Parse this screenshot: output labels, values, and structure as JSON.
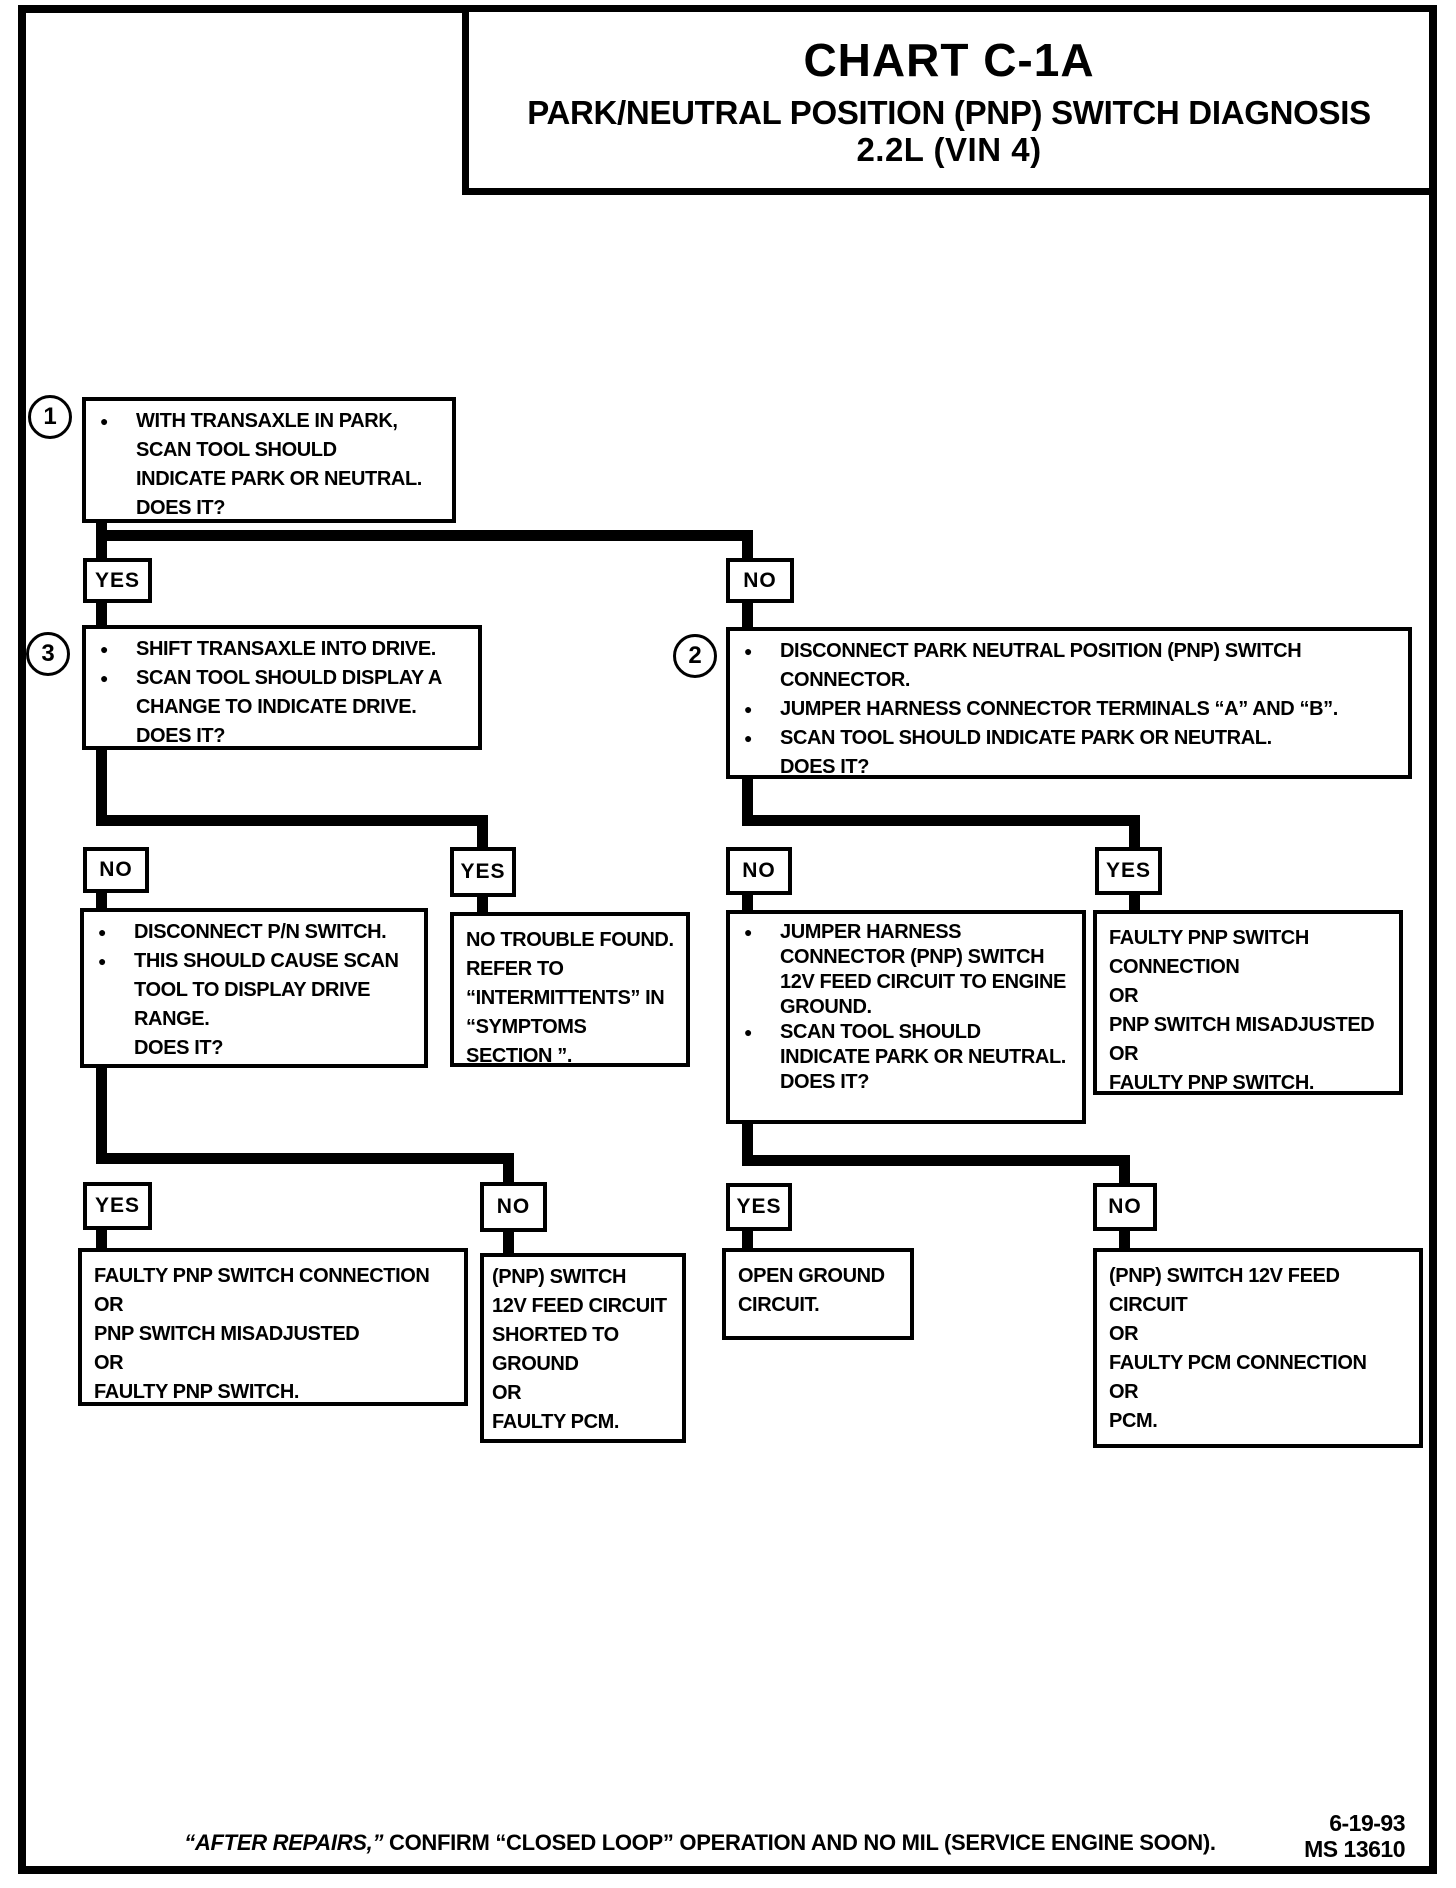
{
  "colors": {
    "ink": "#000000",
    "paper": "#ffffff"
  },
  "glyphs": {
    "bullet": "●"
  },
  "title": {
    "line1": "CHART C-1A",
    "line2": "PARK/NEUTRAL POSITION (PNP) SWITCH DIAGNOSIS",
    "line3": "2.2L (VIN 4)"
  },
  "labels": {
    "yes": "YES",
    "no": "NO"
  },
  "nodes": {
    "n1": {
      "num": "1",
      "items": [
        {
          "t": "WITH TRANSAXLE IN PARK,\nSCAN TOOL SHOULD\nINDICATE PARK OR NEUTRAL.\nDOES IT?"
        }
      ]
    },
    "n3": {
      "num": "3",
      "items": [
        {
          "t": "SHIFT TRANSAXLE INTO DRIVE."
        },
        {
          "t": "SCAN TOOL SHOULD DISPLAY A\nCHANGE TO INDICATE DRIVE.\nDOES IT?"
        }
      ]
    },
    "n2": {
      "num": "2",
      "items": [
        {
          "t": "DISCONNECT PARK NEUTRAL POSITION (PNP) SWITCH\nCONNECTOR."
        },
        {
          "t": "JUMPER HARNESS CONNECTOR TERMINALS “A” AND “B”."
        },
        {
          "t": "SCAN TOOL SHOULD INDICATE PARK OR NEUTRAL.\nDOES IT?"
        }
      ]
    }
  },
  "boxes": {
    "l2_left_no": {
      "items": [
        {
          "t": "DISCONNECT P/N SWITCH."
        },
        {
          "t": "THIS SHOULD CAUSE SCAN\nTOOL TO DISPLAY DRIVE\nRANGE.\nDOES IT?"
        }
      ]
    },
    "l2_left_yes": {
      "t": "NO TROUBLE FOUND.\nREFER TO\n“INTERMITTENTS” IN\n“SYMPTOMS\nSECTION ”."
    },
    "l2_right_no": {
      "items": [
        {
          "t": "JUMPER HARNESS\nCONNECTOR (PNP) SWITCH\n12V FEED CIRCUIT TO ENGINE\nGROUND."
        },
        {
          "t": "SCAN TOOL SHOULD\nINDICATE PARK OR NEUTRAL.\nDOES IT?"
        }
      ]
    },
    "l2_right_yes": {
      "t": "FAULTY PNP SWITCH\nCONNECTION\nOR\nPNP SWITCH MISADJUSTED\nOR\nFAULTY PNP SWITCH."
    },
    "l3_left_yes": {
      "t": "FAULTY PNP SWITCH CONNECTION\nOR\nPNP SWITCH MISADJUSTED\nOR\nFAULTY PNP SWITCH."
    },
    "l3_left_no": {
      "t": "(PNP) SWITCH\n12V FEED CIRCUIT\nSHORTED TO\nGROUND\nOR\nFAULTY PCM."
    },
    "l3_right_yes": {
      "t": "OPEN GROUND\nCIRCUIT."
    },
    "l3_right_no": {
      "t": "(PNP) SWITCH 12V FEED\nCIRCUIT\nOR\nFAULTY PCM CONNECTION\nOR\nPCM."
    }
  },
  "footer": {
    "note_lead": "“AFTER REPAIRS,”",
    "note_rest": " CONFIRM “CLOSED LOOP” OPERATION AND NO MIL (SERVICE ENGINE SOON).",
    "date": "6-19-93",
    "doc": "MS 13610"
  }
}
